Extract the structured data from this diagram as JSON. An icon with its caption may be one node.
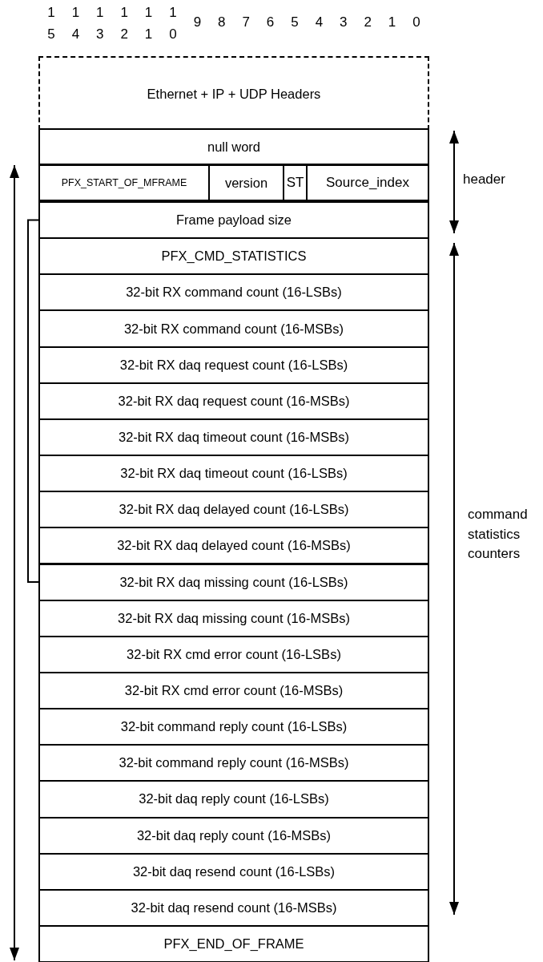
{
  "diagram": {
    "nodes": [
      {
        "text": [
          "Ethernet + IP + UDP Headers"
        ]
      },
      {
        "text": [
          "null word"
        ]
      },
      {
        "text": [
          "PFX_START_OF_MFRAME"
        ]
      },
      {
        "text": [
          "version"
        ]
      },
      {
        "text": [
          "ST"
        ]
      },
      {
        "text": [
          "Source_index"
        ]
      },
      {
        "text": [
          "Frame payload size"
        ]
      },
      {
        "text": [
          "PFX_CMD_STATISTICS"
        ]
      },
      {
        "text": [
          "32-bit RX command count (16-LSBs)"
        ]
      },
      {
        "text": [
          "32-bit RX command count (16-MSBs)"
        ]
      },
      {
        "text": [
          "32-bit RX daq request count (16-LSBs)"
        ]
      },
      {
        "text": [
          "32-bit RX daq request count (16-MSBs)"
        ]
      },
      {
        "text": [
          "32-bit RX daq timeout count (16-MSBs)"
        ]
      },
      {
        "text": [
          "32-bit RX daq timeout count (16-LSBs)"
        ]
      },
      {
        "text": [
          "32-bit RX daq delayed count (16-LSBs)"
        ]
      },
      {
        "text": [
          "32-bit RX daq delayed count (16-MSBs)"
        ]
      },
      {
        "text": [
          "32-bit RX daq missing count (16-LSBs)"
        ]
      },
      {
        "text": [
          "32-bit RX daq missing count (16-MSBs)"
        ]
      },
      {
        "text": [
          "32-bit RX cmd error count (16-LSBs)"
        ]
      },
      {
        "text": [
          "32-bit RX cmd error count (16-MSBs)"
        ]
      },
      {
        "text": [
          "32-bit command reply count (16-LSBs)"
        ]
      },
      {
        "text": [
          "32-bit command reply count (16-MSBs)"
        ]
      },
      {
        "text": [
          "32-bit daq reply count (16-LSBs)"
        ]
      },
      {
        "text": [
          "32-bit daq reply count (16-MSBs)"
        ]
      },
      {
        "text": [
          "32-bit daq resend count (16-LSBs)"
        ]
      },
      {
        "text": [
          "32-bit daq resend count (16-MSBs)"
        ]
      },
      {
        "text": [
          "PFX_END_OF_FRAME"
        ]
      }
    ],
    "edges": [
      {
        "from": 6,
        "to": 16,
        "arrow": "none"
      }
    ],
    "labels": [
      "1 5",
      "1 4",
      "1 3",
      "1 2",
      "1 1",
      "1 0",
      "9",
      "8",
      "7",
      "6",
      "5",
      "4",
      "3",
      "2",
      "1",
      "0",
      "header",
      "command statistics counters"
    ]
  }
}
